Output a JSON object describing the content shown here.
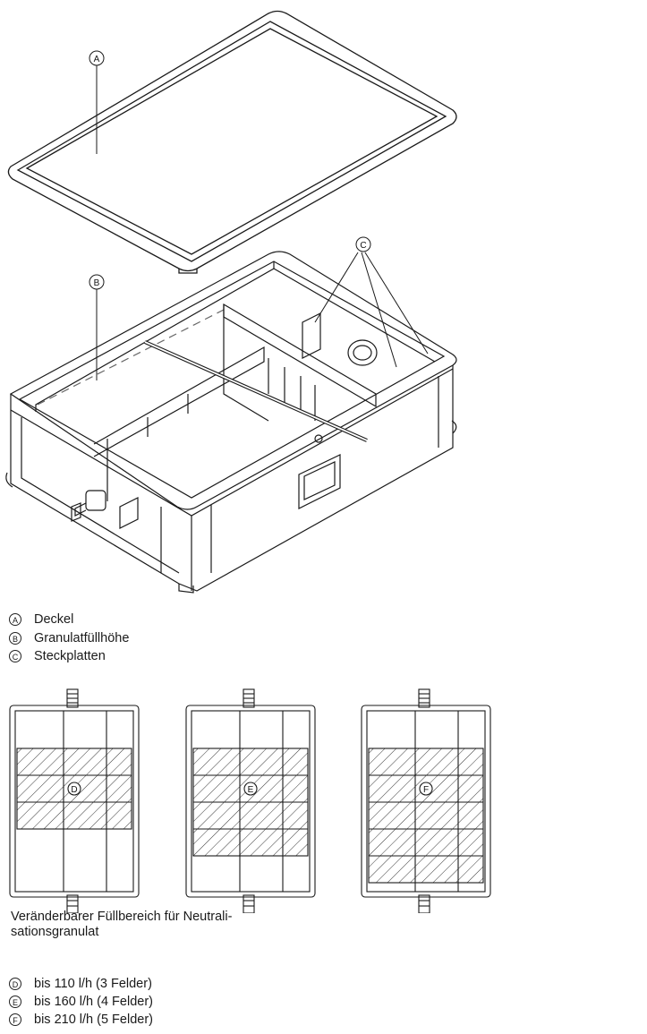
{
  "main_labels": {
    "a": "A",
    "b": "B",
    "c": "C"
  },
  "legend_top": [
    {
      "symbol": "A",
      "text": "Deckel"
    },
    {
      "symbol": "B",
      "text": "Granulatfüllhöhe"
    },
    {
      "symbol": "C",
      "text": "Steckplatten"
    }
  ],
  "panels": [
    {
      "symbol": "D"
    },
    {
      "symbol": "E"
    },
    {
      "symbol": "F"
    }
  ],
  "caption_line1": "Veränderbarer Füllbereich für Neutrali-",
  "caption_line2": "sationsgranulat",
  "legend_bottom": [
    {
      "symbol": "D",
      "text": "bis 110 l/h (3 Felder)"
    },
    {
      "symbol": "E",
      "text": "bis 160 l/h (4 Felder)"
    },
    {
      "symbol": "F",
      "text": "bis 210 l/h (5 Felder)"
    }
  ]
}
